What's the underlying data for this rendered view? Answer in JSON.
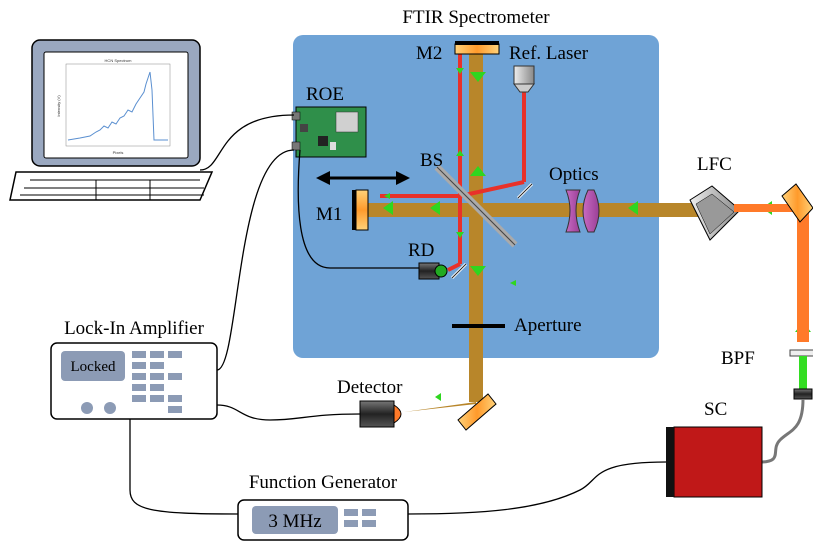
{
  "title": "FTIR Spectrometer",
  "labels": {
    "m2": "M2",
    "ref_laser": "Ref. Laser",
    "roe": "ROE",
    "bs": "BS",
    "optics": "Optics",
    "lfc": "LFC",
    "m1": "M1",
    "rd": "RD",
    "aperture": "Aperture",
    "lock_in": "Lock-In Amplifier",
    "bpf": "BPF",
    "detector": "Detector",
    "sc": "SC",
    "function_generator": "Function Generator"
  },
  "lock_in_display": "Locked",
  "function_generator_display": "3 MHz",
  "laptop_plot_title": "HCN Spectrum",
  "laptop_xlabel": "Pixels",
  "laptop_ylabel": "Intensity (V)",
  "colors": {
    "ftir_box": "#6fa3d6",
    "main_beam": "#b8862a",
    "ref_beam": "#e8312a",
    "arrow_green": "#2fd61f",
    "orange_beam": "#ff7a29",
    "green_beam": "#33dd22",
    "sc_red": "#c01818",
    "lcd": "#8c9bb5"
  }
}
